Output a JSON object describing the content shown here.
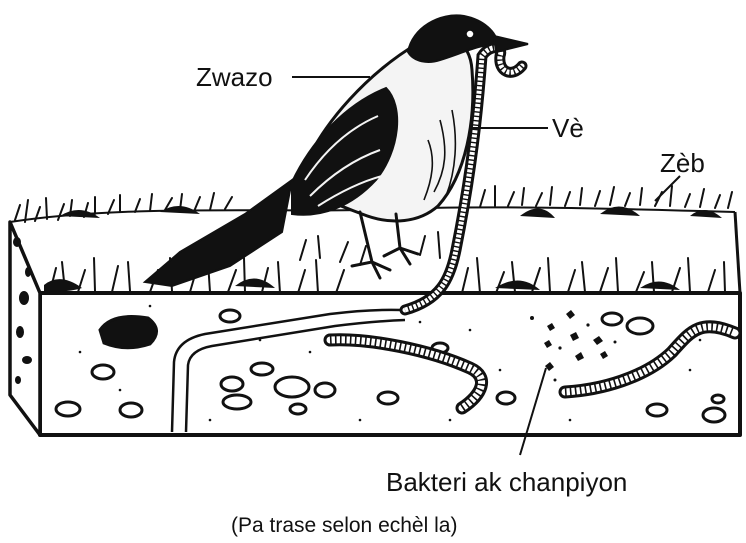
{
  "labels": {
    "bird": "Zwazo",
    "worm": "Vè",
    "grass": "Zèb",
    "microbes": "Bakteri ak chanpiyon"
  },
  "caption": "(Pa trase selon echèl la)",
  "colors": {
    "ink": "#111111",
    "paper": "#ffffff",
    "bird_light": "#f4f4f4"
  }
}
